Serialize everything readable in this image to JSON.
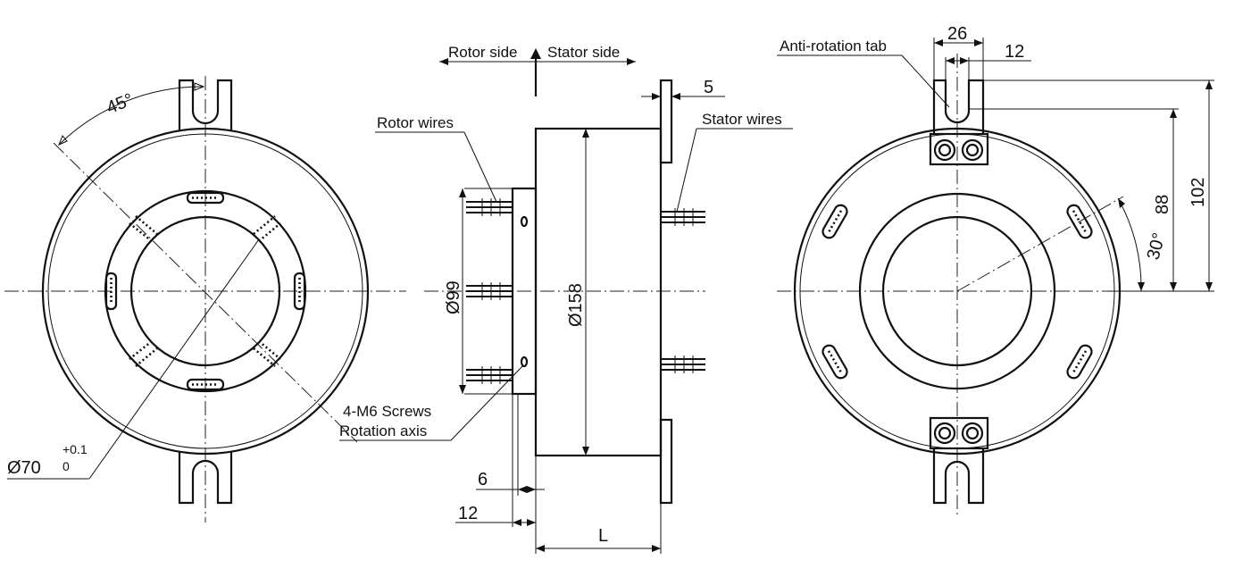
{
  "labels": {
    "rotor_side": "Rotor side",
    "stator_side": "Stator side",
    "rotor_wires": "Rotor wires",
    "stator_wires": "Stator wires",
    "screws": "4-M6 Screws",
    "rotation_axis": "Rotation axis",
    "anti_rotation_tab": "Anti-rotation tab"
  },
  "dimensions": {
    "angle_45": "45°",
    "bore_diameter": "Ø70",
    "bore_tol_upper": "+0.1",
    "bore_tol_lower": "0",
    "rotor_flange_dia": "Ø99",
    "housing_dia": "Ø158",
    "flange_thickness": "5",
    "rotor_step": "6",
    "rotor_flange_length": "12",
    "length": "L",
    "tab_width": "26",
    "tab_slot": "12",
    "height_88": "88",
    "height_102": "102",
    "angle_30": "30°"
  }
}
